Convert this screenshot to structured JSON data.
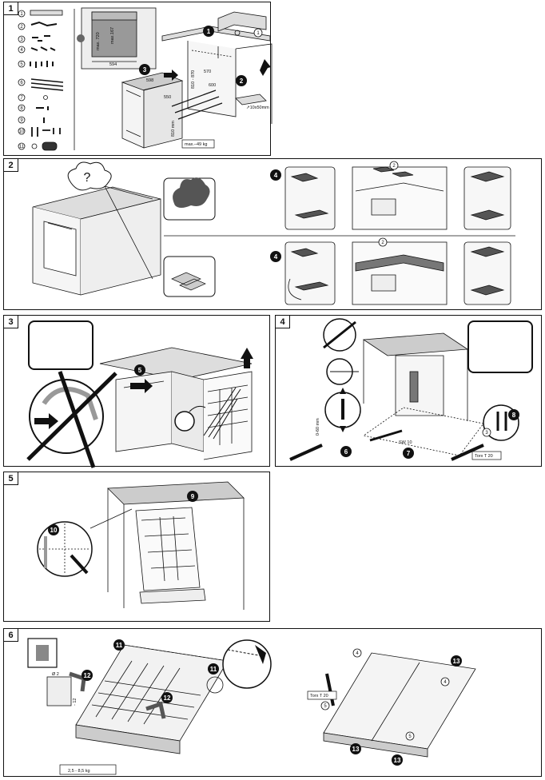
{
  "panels": {
    "p1": "1",
    "p2": "2",
    "p3": "3",
    "p4": "4",
    "p5": "5",
    "p6": "6"
  },
  "parts": [
    "1",
    "2",
    "3",
    "4",
    "5",
    "6",
    "7",
    "8",
    "9",
    "10",
    "11"
  ],
  "panel1": {
    "max_720": "max. 720",
    "max_167": "max.167",
    "w594": "594",
    "w598": "598",
    "d550": "550",
    "h810": "810 mm",
    "h810_870": "810 - 870",
    "d570": "570",
    "d600": "600",
    "hole": "↗10x50mm",
    "weight": "max.–49 kg",
    "step1": "1",
    "step2": "2",
    "step3": "3",
    "ref1": "1"
  },
  "panel2": {
    "question": "?",
    "step4a": "4",
    "step4b": "4",
    "ref2a": "2",
    "ref2b": "2"
  },
  "panel3": {
    "step5": "5"
  },
  "panel4": {
    "gap": "0-60 mm",
    "sw": "SW 10",
    "torx": "Torx T 20",
    "step6": "6",
    "step7": "7",
    "step8": "8",
    "ref3": "3"
  },
  "panel5": {
    "step9": "9",
    "step10": "10"
  },
  "panel6": {
    "phi": "Ø 2",
    "depth": "- 12",
    "weight": "2,5 - 8,5 kg",
    "torx": "Torx T 20",
    "step11a": "11",
    "step11b": "11",
    "step12a": "12",
    "step12b": "12",
    "step13a": "13",
    "step13b": "13",
    "step13c": "13",
    "ref4a": "4",
    "ref4b": "4",
    "ref5a": "5",
    "ref5b": "5"
  }
}
